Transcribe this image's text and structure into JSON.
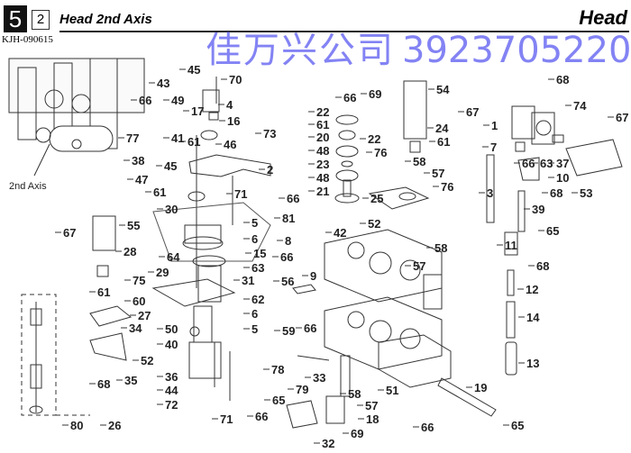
{
  "header": {
    "section_number": "5",
    "sub_number": "2",
    "title": "Head 2nd Axis",
    "category": "Head",
    "document_code": "KJH-090615"
  },
  "inset_label": "2nd Axis",
  "watermark": {
    "company": "佳万兴公司",
    "phone": "3923705220"
  },
  "part_labels": [
    "70",
    "45",
    "43",
    "49",
    "66",
    "4",
    "17",
    "16",
    "77",
    "41",
    "61",
    "46",
    "73",
    "38",
    "45",
    "47",
    "2",
    "61",
    "71",
    "30",
    "5",
    "6",
    "15",
    "63",
    "31",
    "62",
    "6",
    "5",
    "64",
    "29",
    "27",
    "55",
    "67",
    "28",
    "61",
    "75",
    "60",
    "34",
    "52",
    "68",
    "35",
    "50",
    "40",
    "36",
    "44",
    "72",
    "71",
    "80",
    "26",
    "69",
    "66",
    "54",
    "22",
    "61",
    "22",
    "20",
    "48",
    "23",
    "48",
    "21",
    "24",
    "61",
    "76",
    "58",
    "57",
    "76",
    "25",
    "67",
    "1",
    "68",
    "74",
    "67",
    "7",
    "66",
    "63",
    "37",
    "53",
    "10",
    "68",
    "3",
    "39",
    "65",
    "11",
    "68",
    "12",
    "14",
    "13",
    "66",
    "81",
    "8",
    "42",
    "66",
    "52",
    "57",
    "58",
    "9",
    "56",
    "59",
    "66",
    "78",
    "79",
    "33",
    "65",
    "58",
    "57",
    "51",
    "18",
    "69",
    "32",
    "66",
    "19",
    "66",
    "65"
  ],
  "colors": {
    "ink": "#222222",
    "watermark": "#5a5af0"
  }
}
